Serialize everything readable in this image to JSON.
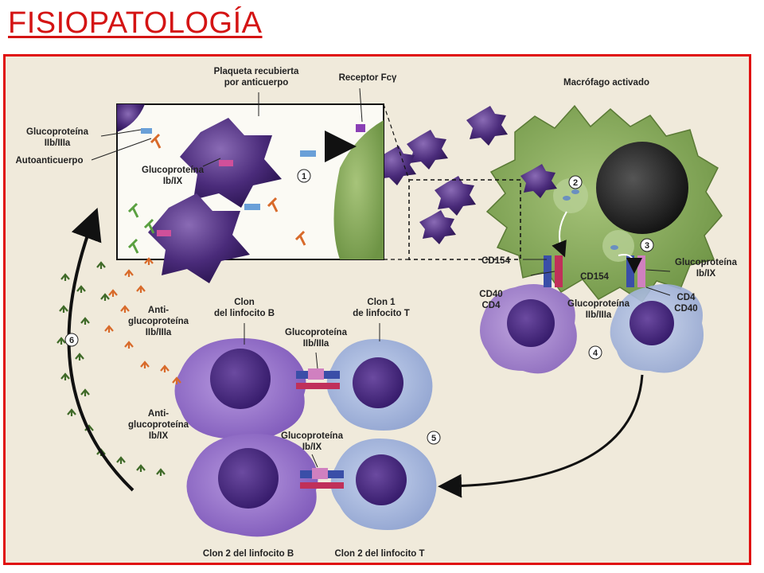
{
  "page": {
    "title": "FISIOPATOLOGÍA",
    "accent_color": "#d41414",
    "frame_color": "#e01010"
  },
  "diagram": {
    "labels": {
      "plaqueta_1": "Plaqueta recubierta",
      "plaqueta_2": "por anticuerpo",
      "receptor": "Receptor Fcγ",
      "macrofago": "Macrófago activado",
      "gp2b3a_1": "Glucoproteína",
      "gp2b3a_2": "IIb/IIIa",
      "autoanticuerpo": "Autoanticuerpo",
      "gp1b9_1": "Glucoproteína",
      "gp1b9_2": "Ib/IX",
      "cd154_a": "CD154",
      "cd154_b": "CD154",
      "gp_right_1": "Glucoproteína",
      "gp_right_2": "Ib/IX",
      "cd40_a": "CD40",
      "cd4_a": "CD4",
      "gp_mid_1": "Glucoproteína",
      "gp_mid_2": "IIb/IIIa",
      "cd4_b": "CD4",
      "cd40_b": "CD40",
      "clon_b_1": "Clon",
      "clon_b_2": "del linfocito B",
      "clon_t1_1": "Clon 1",
      "clon_t1_2": "de linfocito T",
      "anti_gp2b3a_1": "Anti-",
      "anti_gp2b3a_2": "glucoproteína",
      "anti_gp2b3a_3": "IIb/IIIa",
      "gp_center_1": "Glucoproteína",
      "gp_center_2": "IIb/IIIa",
      "anti_gp1b9_1": "Anti-",
      "anti_gp1b9_2": "glucoproteína",
      "anti_gp1b9_3": "Ib/IX",
      "gp_lower_1": "Glucoproteína",
      "gp_lower_2": "Ib/IX",
      "clon2_b": "Clon 2 del linfocito B",
      "clon2_t": "Clon 2 del linfocito T"
    },
    "steps": [
      "1",
      "2",
      "3",
      "4",
      "5",
      "6"
    ]
  }
}
